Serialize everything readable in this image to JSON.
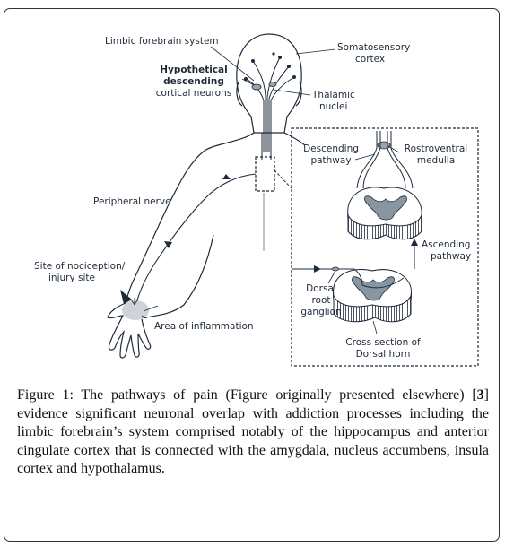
{
  "labels": {
    "limbic_forebrain": "Limbic forebrain system",
    "hypothetical_descending": [
      "Hypothetical",
      "descending",
      "cortical neurons"
    ],
    "somatosensory_cortex": [
      "Somatosensory",
      "cortex"
    ],
    "thalamic_nuclei": [
      "Thalamic",
      "nuclei"
    ],
    "descending_pathway": [
      "Descending",
      "pathway"
    ],
    "rostroventral_medulla": [
      "Rostroventral",
      "medulla"
    ],
    "peripheral_nerve": "Peripheral nerve",
    "ascending_pathway": [
      "Ascending",
      "pathway"
    ],
    "site_of_nociception": [
      "Site of nociception/",
      "injury site"
    ],
    "dorsal_root_ganglion": [
      "Dorsal",
      "root",
      "ganglion"
    ],
    "area_of_inflammation": "Area of inflammation",
    "cross_section": [
      "Cross section of",
      "Dorsal horn"
    ]
  },
  "caption": {
    "lead": "Figure 1: The pathways of pain (Figure originally presented elsewhere) [",
    "ref": "3",
    "tail": "] evidence significant neuronal overlap with addiction processes including the limbic forebrain’s system comprised notably of the hippocampus and anterior cingulate cortex that is connected with the amygdala, nucleus accumbens, insula cortex and hypothalamus."
  }
}
